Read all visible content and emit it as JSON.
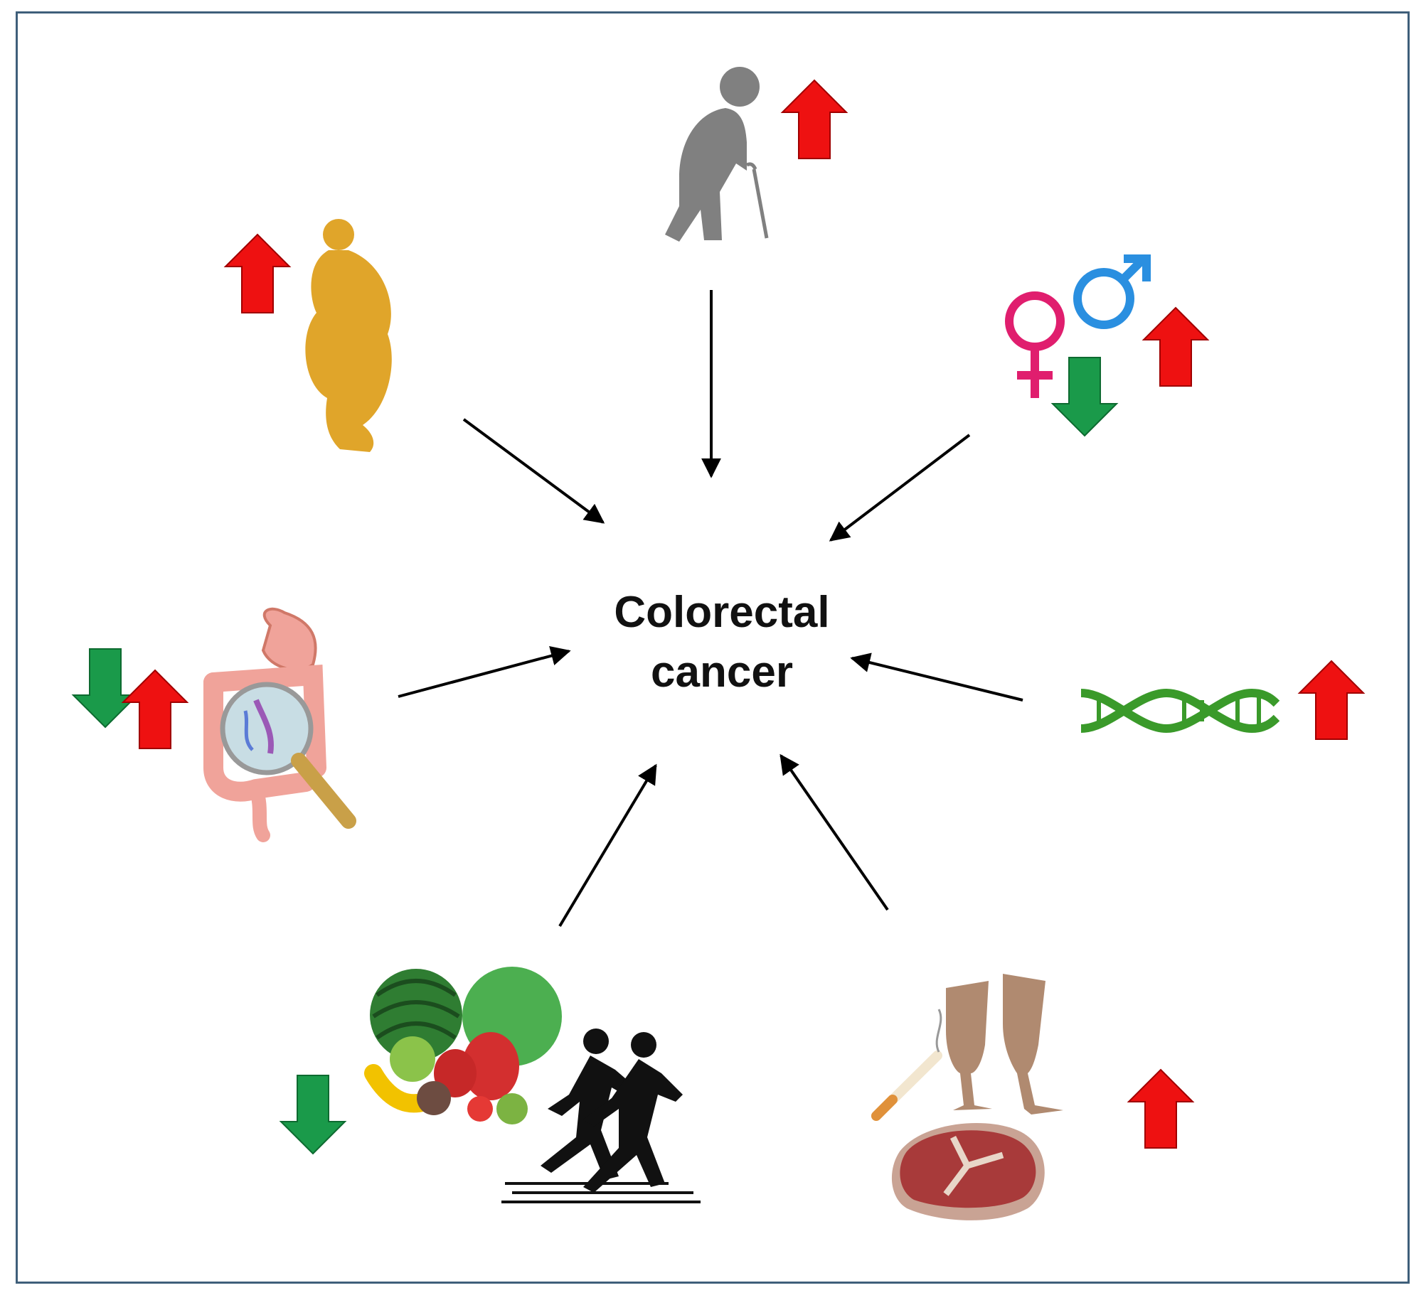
{
  "title": {
    "line1": "Colorectal",
    "line2": "cancer"
  },
  "factors": [
    {
      "id": "obesity",
      "icon": "obese-person-icon",
      "effect": "increase"
    },
    {
      "id": "age",
      "icon": "elderly-person-icon",
      "effect": "increase"
    },
    {
      "id": "sex",
      "icon": "gender-symbols-icon",
      "effect": "female-decrease, male-increase"
    },
    {
      "id": "microbiome",
      "icon": "intestine-magnifier-icon",
      "effect": "decrease and increase"
    },
    {
      "id": "genetics",
      "icon": "dna-icon",
      "effect": "increase"
    },
    {
      "id": "diet-exercise",
      "icon": "fruits-vegetables-runners-icon",
      "effect": "decrease"
    },
    {
      "id": "smoking-alcohol-red-meat",
      "icon": "cigarette-wine-steak-icon",
      "effect": "increase"
    }
  ],
  "colors": {
    "increase": "#ee1111",
    "decrease": "#1a9a4a",
    "obesity": "#e0a52a",
    "elderly": "#808080",
    "female": "#e01e6e",
    "male": "#2a8fe0",
    "dna": "#3a9a2a",
    "frame": "#3f5f7a"
  }
}
